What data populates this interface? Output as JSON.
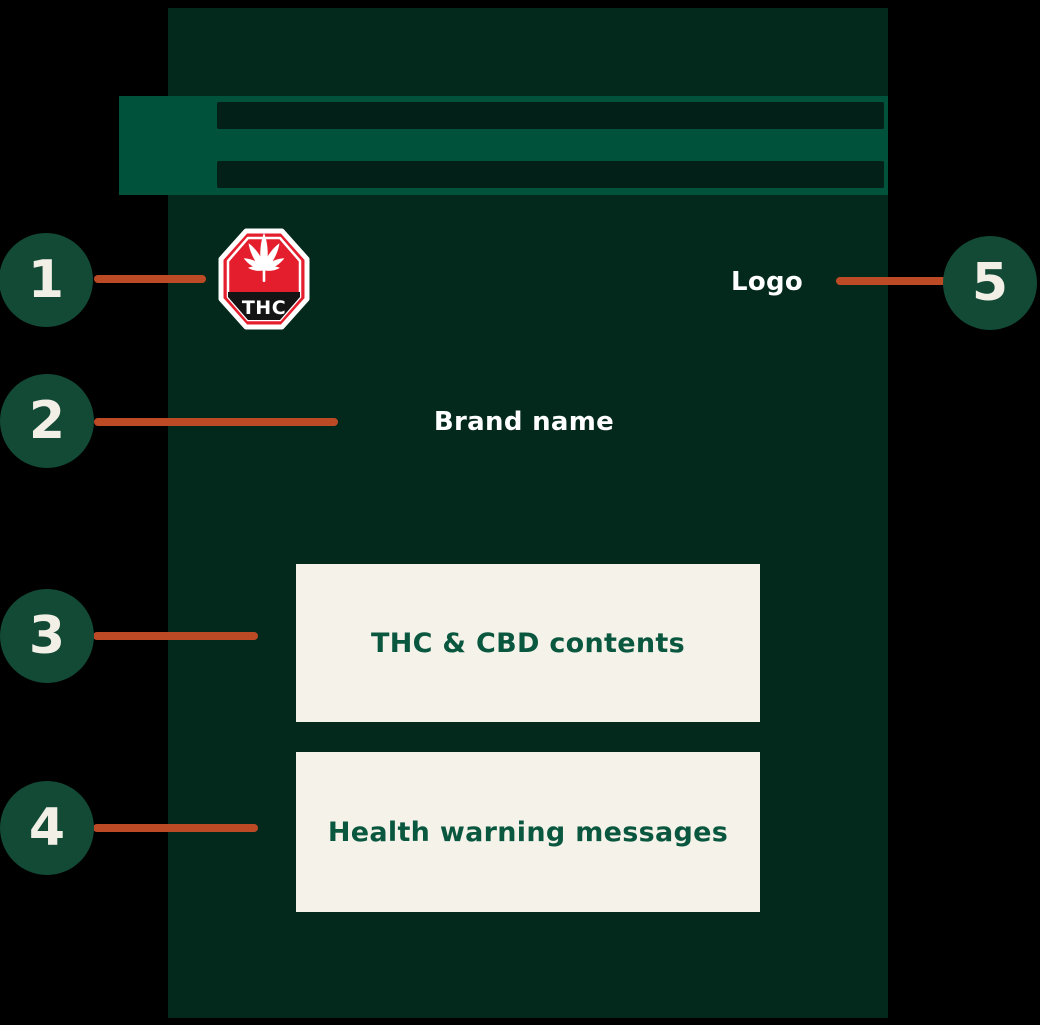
{
  "diagram": {
    "type": "cannabis-package-labelling-callouts",
    "colors": {
      "background": "#000000",
      "package_green": "#03281C",
      "band_green": "#00523A",
      "band_bar_green": "#022018",
      "callout_circle_green": "#124A36",
      "callout_number_cream": "#F2EFE6",
      "panel_cream": "#F4F2E9",
      "panel_text_green": "#0A573F",
      "connector_orange": "#BC4B25",
      "symbol_red": "#E41E2D",
      "symbol_black": "#141414",
      "label_white": "#FFFFFF"
    }
  },
  "package": {
    "logo_label": "Logo",
    "brand_name_label": "Brand name",
    "thc_cbd_panel_label": "THC & CBD contents",
    "health_warning_panel_label": "Health warning messages",
    "thc_symbol": {
      "text": "THC",
      "icon": "cannabis-leaf-icon"
    }
  },
  "callouts": [
    {
      "number": "1"
    },
    {
      "number": "2"
    },
    {
      "number": "3"
    },
    {
      "number": "4"
    },
    {
      "number": "5"
    }
  ]
}
